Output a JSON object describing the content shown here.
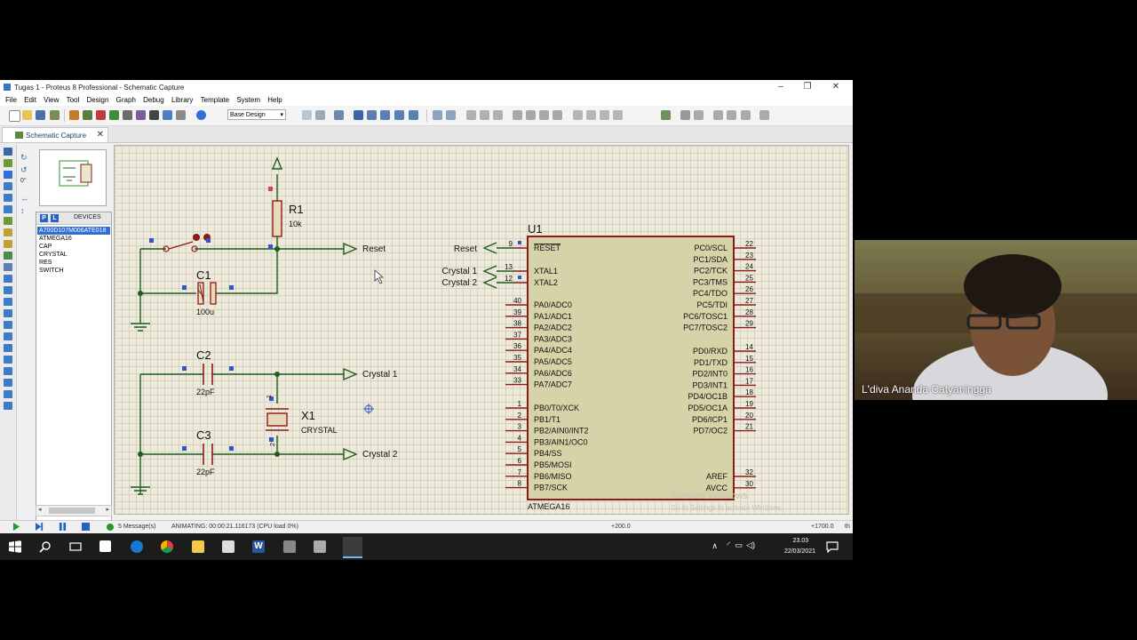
{
  "window": {
    "title": "Tugas 1 - Proteus 8 Professional - Schematic Capture",
    "minimize_label": "–",
    "restore_label": "❐",
    "close_label": "✕"
  },
  "menu": [
    "File",
    "Edit",
    "View",
    "Tool",
    "Design",
    "Graph",
    "Debug",
    "Library",
    "Template",
    "System",
    "Help"
  ],
  "toolbar": {
    "design_select": "Base Design"
  },
  "tab": {
    "label": "Schematic Capture",
    "close": "✕"
  },
  "rotation": {
    "angle": "0°"
  },
  "devices": {
    "header": "DEVICES",
    "p_label": "P",
    "l_label": "L",
    "items": [
      "A700D107M006ATE018",
      "ATMEGA16",
      "CAP",
      "CRYSTAL",
      "RES",
      "SWITCH"
    ],
    "selected_index": 0
  },
  "schematic": {
    "r1": {
      "ref": "R1",
      "value": "10k"
    },
    "c1": {
      "ref": "C1",
      "value": "100u"
    },
    "c2": {
      "ref": "C2",
      "value": "22pF"
    },
    "c3": {
      "ref": "C3",
      "value": "22pF"
    },
    "x1": {
      "ref": "X1",
      "value": "CRYSTAL",
      "pin1": "1",
      "pin2": "2"
    },
    "terminals": {
      "reset": "Reset",
      "crystal1": "Crystal 1",
      "crystal2": "Crystal 2"
    },
    "u1": {
      "ref": "U1",
      "part": "ATMEGA16",
      "pin_reset": {
        "num": "9",
        "name": "RESET"
      },
      "pin_xtal1": {
        "num": "13",
        "name": "XTAL1"
      },
      "pin_xtal2": {
        "num": "12",
        "name": "XTAL2"
      },
      "left_a": [
        {
          "num": "40",
          "name": "PA0/ADC0"
        },
        {
          "num": "39",
          "name": "PA1/ADC1"
        },
        {
          "num": "38",
          "name": "PA2/ADC2"
        },
        {
          "num": "37",
          "name": "PA3/ADC3"
        },
        {
          "num": "36",
          "name": "PA4/ADC4"
        },
        {
          "num": "35",
          "name": "PA5/ADC5"
        },
        {
          "num": "34",
          "name": "PA6/ADC6"
        },
        {
          "num": "33",
          "name": "PA7/ADC7"
        }
      ],
      "left_b": [
        {
          "num": "1",
          "name": "PB0/T0/XCK"
        },
        {
          "num": "2",
          "name": "PB1/T1"
        },
        {
          "num": "3",
          "name": "PB2/AIN0/INT2"
        },
        {
          "num": "4",
          "name": "PB3/AIN1/OC0"
        },
        {
          "num": "5",
          "name": "PB4/SS"
        },
        {
          "num": "6",
          "name": "PB5/MOSI"
        },
        {
          "num": "7",
          "name": "PB6/MISO"
        },
        {
          "num": "8",
          "name": "PB7/SCK"
        }
      ],
      "right_c": [
        {
          "num": "22",
          "name": "PC0/SCL"
        },
        {
          "num": "23",
          "name": "PC1/SDA"
        },
        {
          "num": "24",
          "name": "PC2/TCK"
        },
        {
          "num": "25",
          "name": "PC3/TMS"
        },
        {
          "num": "26",
          "name": "PC4/TDO"
        },
        {
          "num": "27",
          "name": "PC5/TDI"
        },
        {
          "num": "28",
          "name": "PC6/TOSC1"
        },
        {
          "num": "29",
          "name": "PC7/TOSC2"
        }
      ],
      "right_d": [
        {
          "num": "14",
          "name": "PD0/RXD"
        },
        {
          "num": "15",
          "name": "PD1/TXD"
        },
        {
          "num": "16",
          "name": "PD2/INT0"
        },
        {
          "num": "17",
          "name": "PD3/INT1"
        },
        {
          "num": "18",
          "name": "PD4/OC1B"
        },
        {
          "num": "19",
          "name": "PD5/OC1A"
        },
        {
          "num": "20",
          "name": "PD6/ICP1"
        },
        {
          "num": "21",
          "name": "PD7/OC2"
        }
      ],
      "right_e": [
        {
          "num": "32",
          "name": "AREF"
        },
        {
          "num": "30",
          "name": "AVCC"
        }
      ]
    },
    "watermark_1": "Activate Windows",
    "watermark_2": "Go to Settings to activate Windows."
  },
  "status": {
    "messages": "5 Message(s)",
    "animating": "ANIMATING: 00:00:21.116173 (CPU load 0%)",
    "coord_x": "+200.0",
    "coord_y": "+1700.0",
    "unit": "th"
  },
  "taskbar": {
    "time": "23.03",
    "date": "22/03/2021"
  },
  "webcam": {
    "participant_name": "L'diva Ananda Catyaningga"
  },
  "colors": {
    "wire": "#1e5d1e",
    "component": "#8b1a1a",
    "chip_fill": "#d6d3a8",
    "grid": "#eeeadb",
    "accent": "#2f6fd4"
  }
}
